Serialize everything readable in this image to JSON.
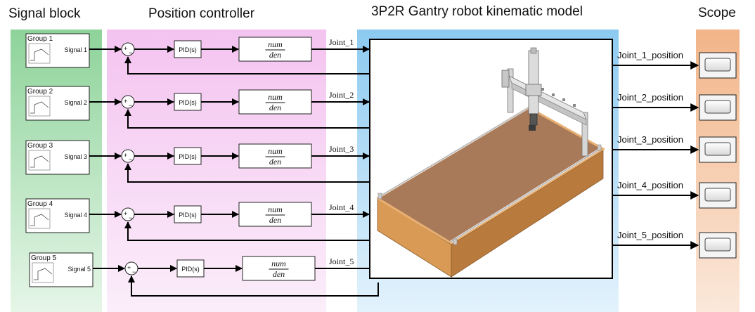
{
  "headers": {
    "signal": "Signal block",
    "controller": "Position controller",
    "model": "3P2R Gantry robot kinematic model",
    "scope": "Scope"
  },
  "groups": [
    {
      "group": "Group 1",
      "signal": "Signal 1",
      "joint": "Joint_1",
      "output": "Joint_1_position"
    },
    {
      "group": "Group 2",
      "signal": "Signal 2",
      "joint": "Joint_2",
      "output": "Joint_2_position"
    },
    {
      "group": "Group 3",
      "signal": "Signal 3",
      "joint": "Joint_3",
      "output": "Joint_3_position"
    },
    {
      "group": "Group 4",
      "signal": "Signal 4",
      "joint": "Joint_4",
      "output": "Joint_4_position"
    },
    {
      "group": "Group 5",
      "signal": "Signal 5",
      "joint": "Joint_5",
      "output": "Joint_5_position"
    }
  ],
  "blocks": {
    "pid": "PID(s)",
    "tf_num": "num",
    "tf_den": "den",
    "sum_plus": "+",
    "sum_minus": "−"
  },
  "colors": {
    "signal_band": "#a8dcb0",
    "controller_band": "#f7d2f3",
    "model_band": "#a6d4f0",
    "scope_band": "#f6c8a4",
    "box_floor": "#a97a5a",
    "box_wall": "#d99a55"
  }
}
